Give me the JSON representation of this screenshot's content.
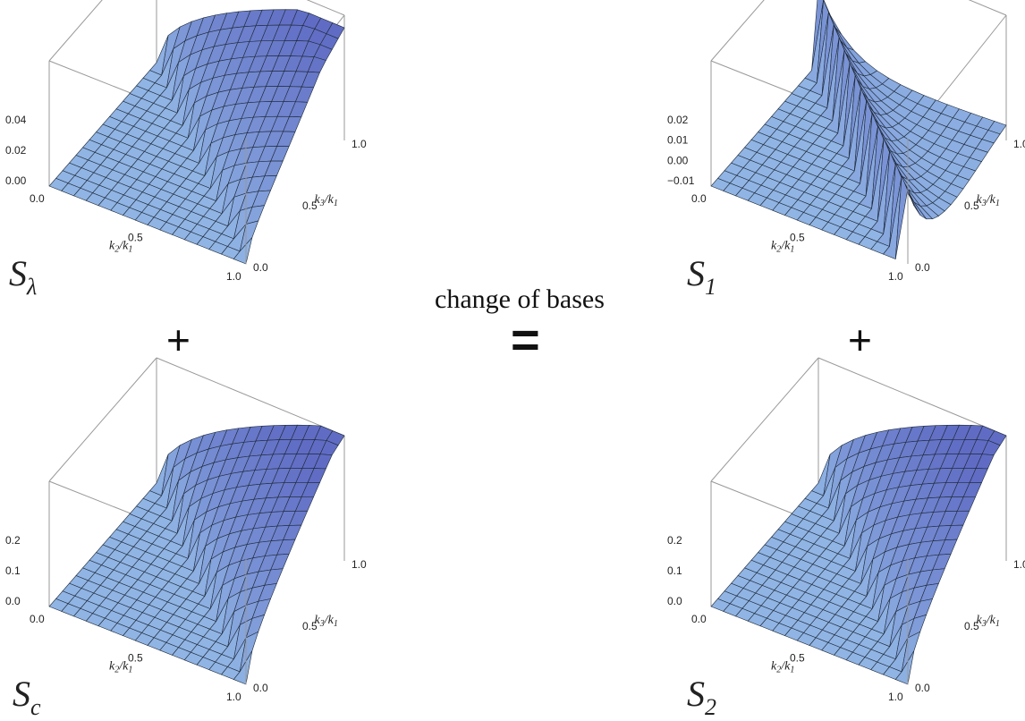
{
  "caption": "change of bases",
  "operators": {
    "plus_left": "+",
    "plus_right": "+",
    "equals": "="
  },
  "colors": {
    "surface": "#9cc6ec",
    "grid": "#1e2a38",
    "box": "#999999"
  },
  "axes": {
    "k2_label": "k",
    "k2_sub": "2",
    "k2_den": "/k",
    "k2_den_sub": "1",
    "k3_label": "k",
    "k3_sub": "3",
    "k3_den": "/k",
    "k3_den_sub": "1",
    "x_ticks": [
      "0.0",
      "0.5",
      "1.0"
    ],
    "y_ticks": [
      "0.0",
      "0.5",
      "1.0"
    ]
  },
  "panels": [
    {
      "name": "S",
      "sub": "λ",
      "z_ticks": [
        "0.04",
        "0.02",
        "0.00"
      ],
      "shape": "ridge"
    },
    {
      "name": "S",
      "sub": "1",
      "z_ticks": [
        "0.02",
        "0.01",
        "0.00",
        "−0.01"
      ],
      "shape": "wave"
    },
    {
      "name": "S",
      "sub": "c",
      "z_ticks": [
        "0.2",
        "0.1",
        "0.0"
      ],
      "shape": "dome"
    },
    {
      "name": "S",
      "sub": "2",
      "z_ticks": [
        "0.2",
        "0.1",
        "0.0"
      ],
      "shape": "dome"
    }
  ]
}
